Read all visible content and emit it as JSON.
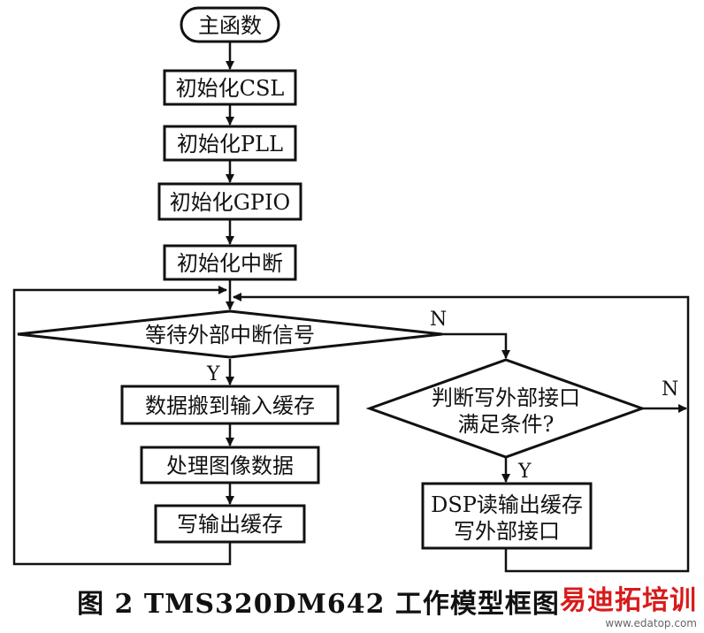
{
  "nodes": {
    "start": "主函数",
    "init_csl": "初始化CSL",
    "init_pll": "初始化PLL",
    "init_gpio": "初始化GPIO",
    "init_int": "初始化中断",
    "wait_int": "等待外部中断信号",
    "move_data": "数据搬到输入缓存",
    "process": "处理图像数据",
    "write_out": "写输出缓存",
    "judge_line1": "判断写外部接口",
    "judge_line2": "满足条件?",
    "dsp_line1": "DSP读输出缓存",
    "dsp_line2": "写外部接口"
  },
  "labels": {
    "yes": "Y",
    "no": "N"
  },
  "caption": "图 2  TMS320DM642 工作模型框图",
  "watermark": {
    "brand": "易迪拓培训",
    "url": "www.edatop.com"
  }
}
